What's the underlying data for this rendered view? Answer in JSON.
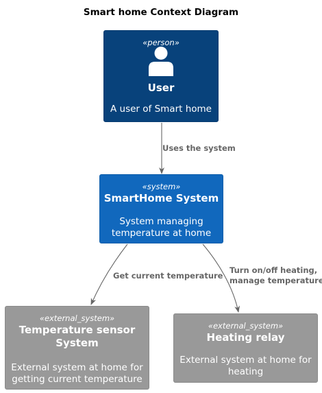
{
  "diagram": {
    "title": "Smart home Context Diagram",
    "nodes": {
      "user": {
        "stereotype": "«person»",
        "name": "User",
        "description": "A user of Smart home",
        "icon": "person-icon",
        "color": "#08427b"
      },
      "smarthome": {
        "stereotype": "«system»",
        "name": "SmartHome System",
        "description_lines": [
          "System managing",
          "temperature at home"
        ],
        "color": "#1168bd"
      },
      "sensor": {
        "stereotype": "«external_system»",
        "name_lines": [
          "Temperature sensor",
          "System"
        ],
        "description_lines": [
          "External system at home for",
          "getting current temperature"
        ],
        "color": "#999999"
      },
      "relay": {
        "stereotype": "«external_system»",
        "name": "Heating relay",
        "description_lines": [
          "External system at home for",
          "heating"
        ],
        "color": "#999999"
      }
    },
    "relations": {
      "user_to_system": {
        "label": "Uses the system"
      },
      "system_to_sensor": {
        "label": "Get current temperature"
      },
      "system_to_relay": {
        "label_lines": [
          "Turn on/off heating,",
          "manage temperature"
        ]
      }
    },
    "edge_color": "#666666"
  }
}
